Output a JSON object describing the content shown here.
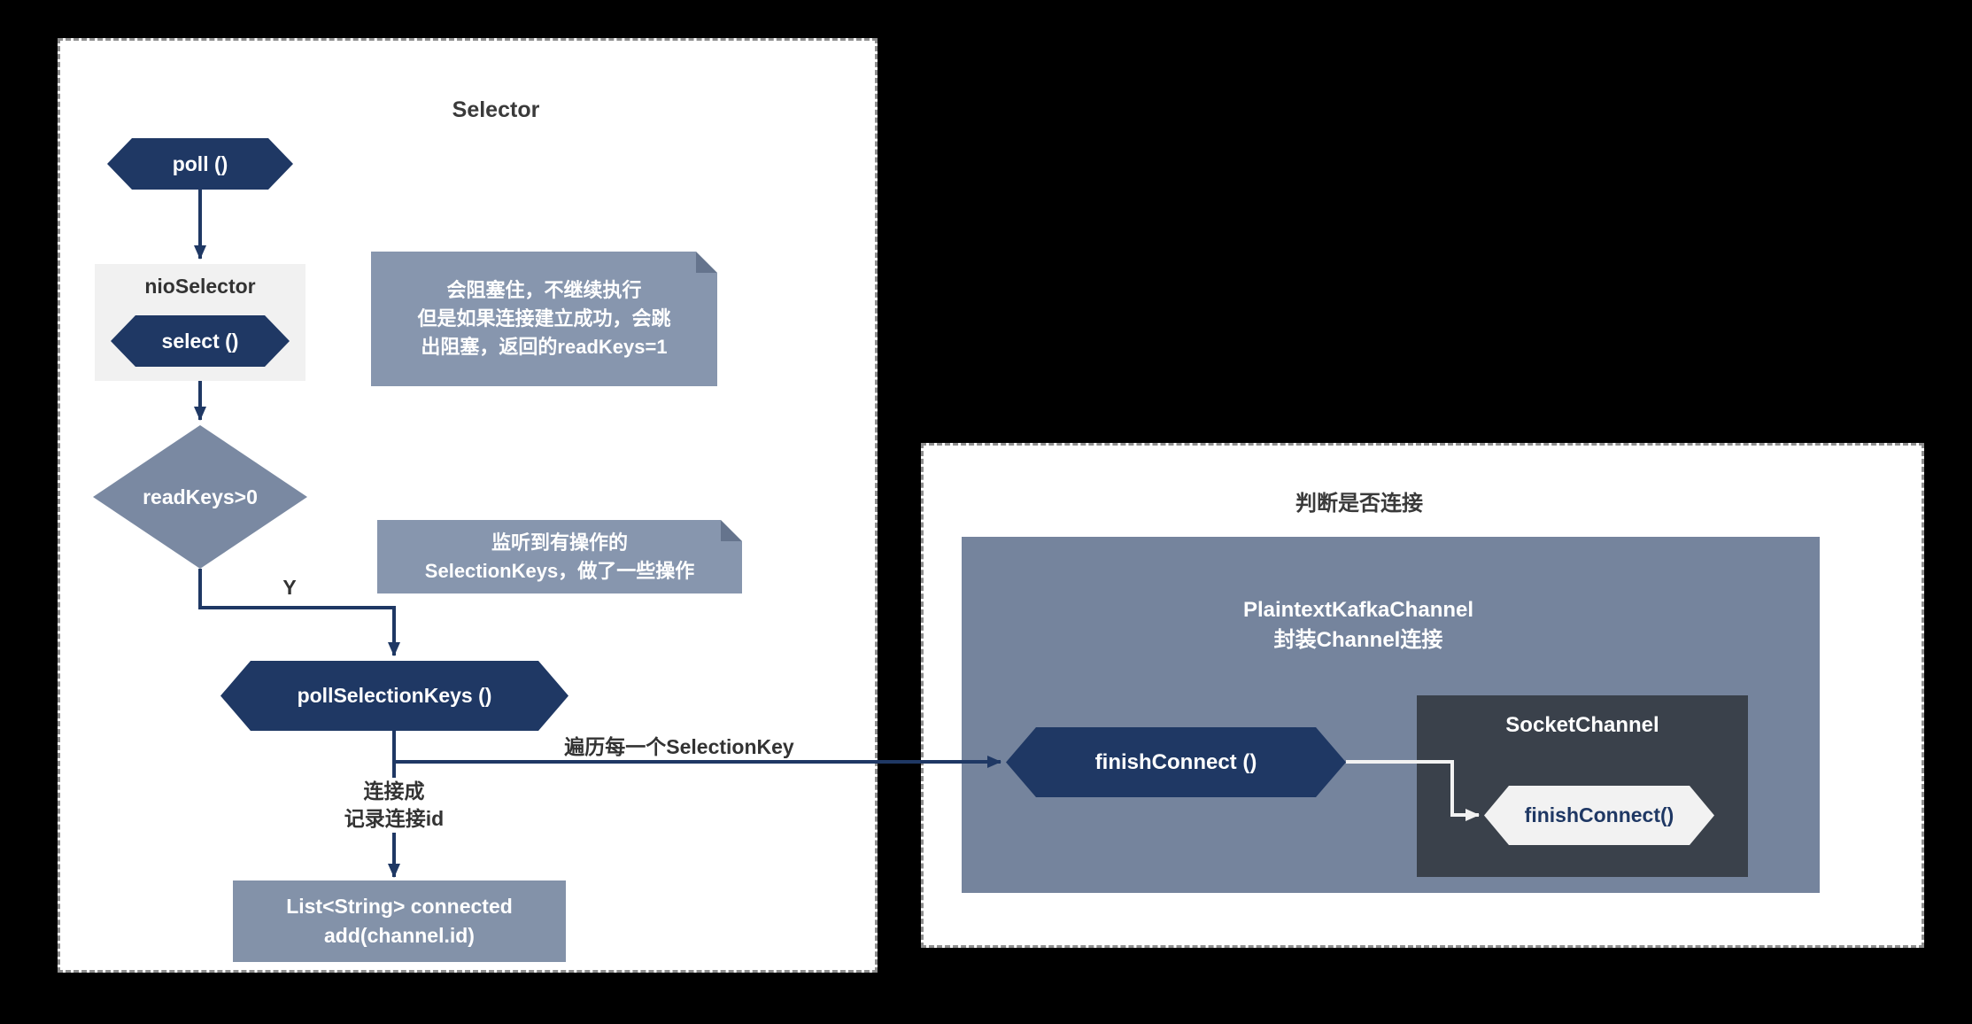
{
  "colors": {
    "background": "#000000",
    "panel_background": "#FFFFFF",
    "panel_border": "#8F8F8F",
    "navy": "#1F3864",
    "blue_gray": "#8392A9",
    "dark_gray_box": "#3A414B",
    "light_shape": "#F2F2F2"
  },
  "left_panel": {
    "title": "Selector",
    "poll_label": "poll ()",
    "nio_selector": {
      "label": "nioSelector",
      "select_label": "select ()"
    },
    "decision_label": "readKeys>0",
    "note_blocking": {
      "lines": [
        "会阻塞住，不继续执行",
        "但是如果连接建立成功，会跳",
        "出阻塞，返回的readKeys=1"
      ]
    },
    "note_listen": {
      "lines": [
        "监听到有操作的",
        "SelectionKeys，做了一些操作"
      ]
    },
    "branch_yes_label": "Y",
    "poll_selection_keys_label": "pollSelectionKeys ()",
    "traverse_label": "遍历每一个SelectionKey",
    "connect_label": {
      "lines": [
        "连接成",
        "记录连接id"
      ]
    },
    "connected_list": {
      "lines": [
        "List<String> connected",
        "add(channel.id)"
      ]
    }
  },
  "right_panel": {
    "title": "判断是否连接",
    "channel_box": {
      "lines": [
        "PlaintextKafkaChannel",
        "封装Channel连接"
      ]
    },
    "finish_connect_label": "finishConnect ()",
    "socket_channel": {
      "title": "SocketChannel",
      "finish_connect_label": "finishConnect()"
    }
  }
}
